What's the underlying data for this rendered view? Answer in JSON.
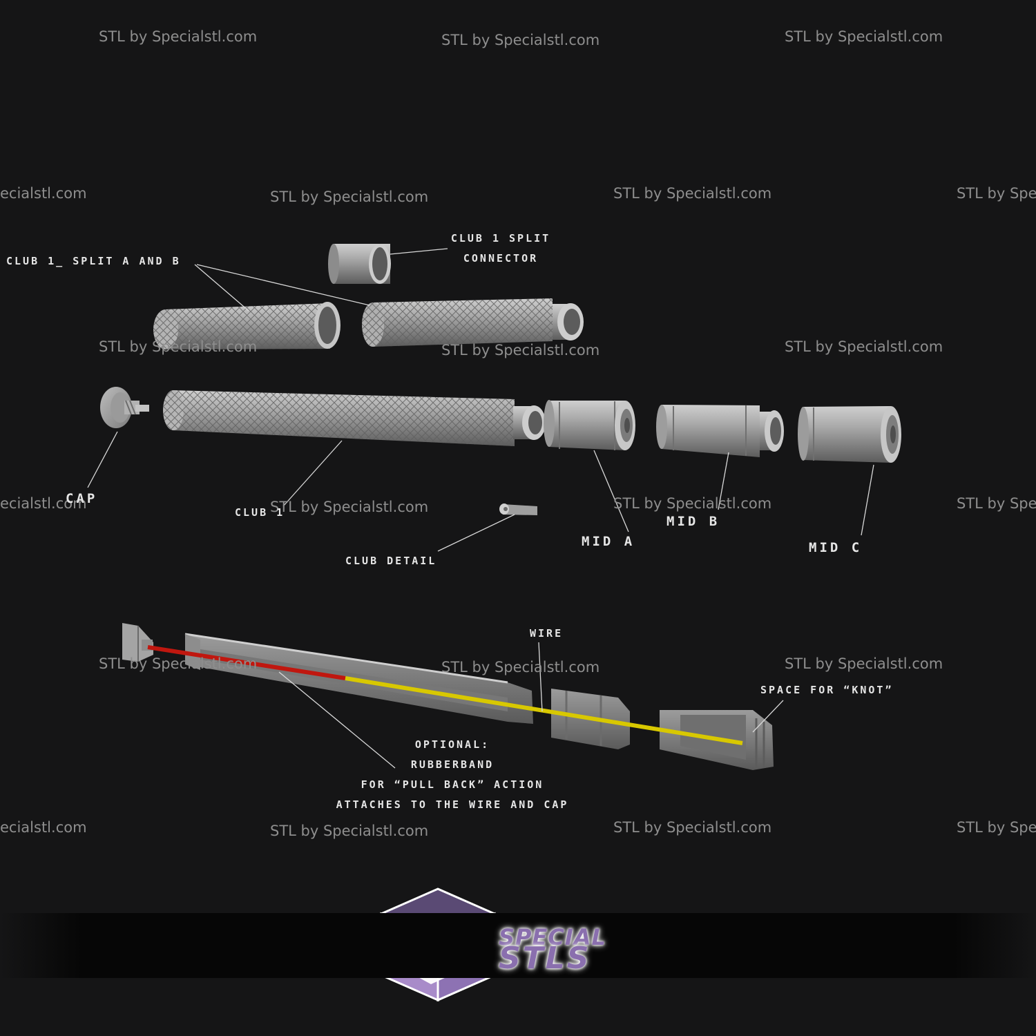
{
  "watermark": "STL by Specialstl.com",
  "watermark_cut_right": "STL by Spec",
  "watermark_cut_left": "ecialstl.com",
  "labels": {
    "split_ab": "club 1_ split A and B",
    "split_connector_1": "club 1 split",
    "split_connector_2": "connector",
    "cap": "CAP",
    "club1": "club 1",
    "club_detail": "club detail",
    "mid_a": "MID A",
    "mid_b": "MID B",
    "mid_c": "MID C",
    "wire": "wire",
    "space_knot": "space for “knot”",
    "optional_1": "optional:",
    "optional_2": "rubberband",
    "optional_3": "for “pull back” action",
    "optional_4": "attaches to the wire and cap"
  },
  "logo": {
    "line1": "SPECIAL",
    "line2": "STLS"
  },
  "colors": {
    "background": "#151516",
    "part": "#a9a9a9",
    "wire": "#d8c800",
    "rubberband": "#c0170f",
    "brand": "#8a6fae"
  }
}
